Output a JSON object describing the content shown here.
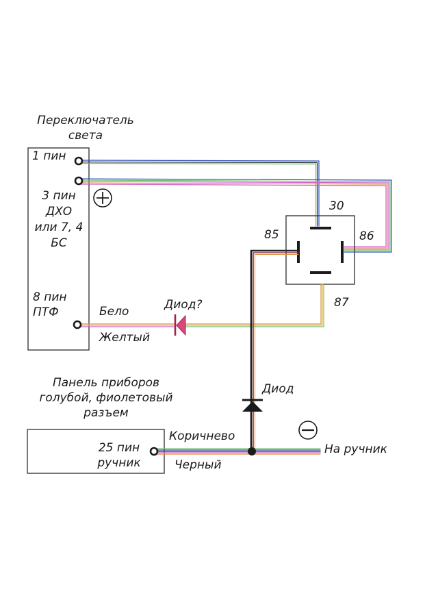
{
  "switch": {
    "title_line1": "Переключатель",
    "title_line2": "света",
    "pin1": "1 пин",
    "pin3_line1": "3 пин",
    "pin3_line2": "ДХО",
    "pin3_line3": "или 7, 4",
    "pin3_line4": "БС",
    "pin8_line1": "8 пин",
    "pin8_line2": "ПТФ"
  },
  "relay": {
    "pin30": "30",
    "pin85": "85",
    "pin86": "86",
    "pin87": "87"
  },
  "wires": {
    "white": "Бело",
    "yellow": "Желтый",
    "diode_question": "Диод?",
    "diode": "Диод",
    "brown": "Коричнево",
    "black": "Черный",
    "handbrake": "На ручник"
  },
  "panel": {
    "title_line1": "Панель приборов",
    "title_line2": "голубой, фиолетовый",
    "title_line3": "разъем",
    "pin25_line1": "25 пин",
    "pin25_line2": "ручник"
  },
  "symbols": {
    "plus": "+",
    "minus": "−"
  },
  "colors": {
    "wire_blue": "#2b4fb8",
    "wire_black": "#222222",
    "wire_green": "#6fc06f",
    "wire_magenta": "#d060c8",
    "wire_orange": "#e09040",
    "wire_yellow": "#d8c040",
    "wire_brown": "#7a3a5a",
    "diode_question": "#d84878",
    "diode_black": "#1a1a1a"
  }
}
